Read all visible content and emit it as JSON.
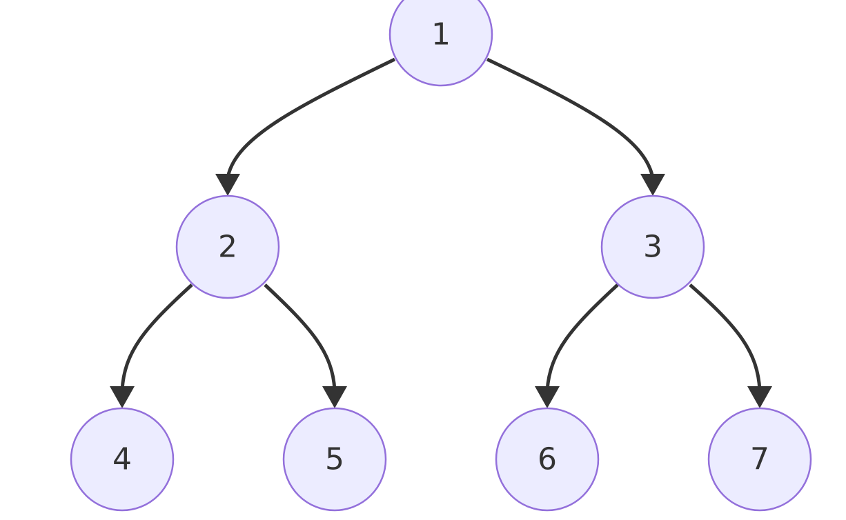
{
  "diagram": {
    "type": "binary-tree",
    "colors": {
      "node_fill": "#ECECFF",
      "node_stroke": "#9370DB",
      "edge": "#333333",
      "text": "#333333"
    },
    "nodes": [
      {
        "id": "n1",
        "label": "1"
      },
      {
        "id": "n2",
        "label": "2"
      },
      {
        "id": "n3",
        "label": "3"
      },
      {
        "id": "n4",
        "label": "4"
      },
      {
        "id": "n5",
        "label": "5"
      },
      {
        "id": "n6",
        "label": "6"
      },
      {
        "id": "n7",
        "label": "7"
      }
    ],
    "edges": [
      {
        "from": "n1",
        "to": "n2"
      },
      {
        "from": "n1",
        "to": "n3"
      },
      {
        "from": "n2",
        "to": "n4"
      },
      {
        "from": "n2",
        "to": "n5"
      },
      {
        "from": "n3",
        "to": "n6"
      },
      {
        "from": "n3",
        "to": "n7"
      }
    ]
  }
}
